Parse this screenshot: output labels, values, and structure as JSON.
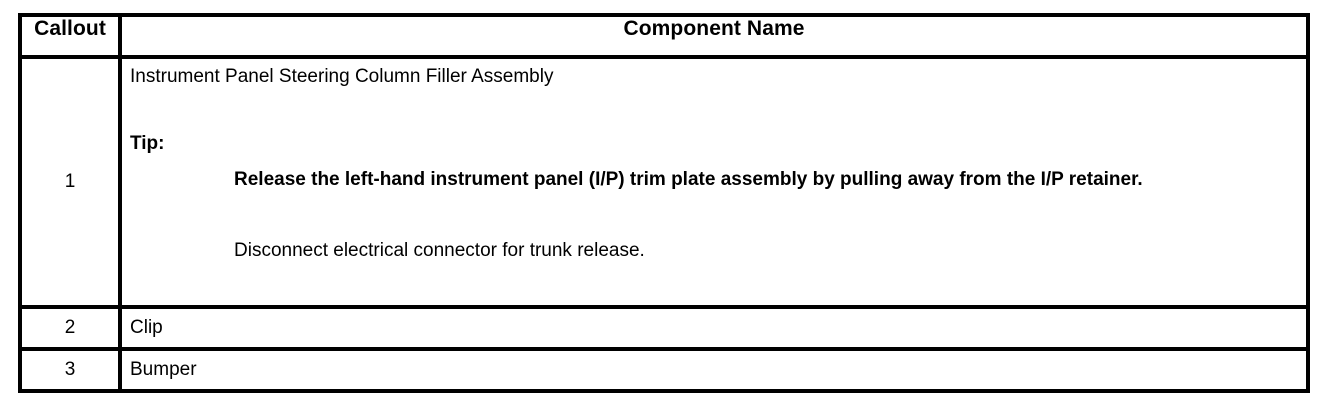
{
  "table": {
    "headers": {
      "callout": "Callout",
      "component_name": "Component Name"
    },
    "rows": [
      {
        "callout": "1",
        "title": "Instrument Panel Steering Column Filler Assembly",
        "tip_label": "Tip:",
        "tip_paragraphs": [
          "Release the left-hand instrument panel (I/P) trim plate assembly by pulling away from the I/P retainer.",
          "Disconnect electrical connector for trunk release."
        ]
      },
      {
        "callout": "2",
        "title": "Clip"
      },
      {
        "callout": "3",
        "title": "Bumper"
      }
    ]
  },
  "style": {
    "border_color": "#000000",
    "text_color": "#000000",
    "background": "#ffffff"
  }
}
